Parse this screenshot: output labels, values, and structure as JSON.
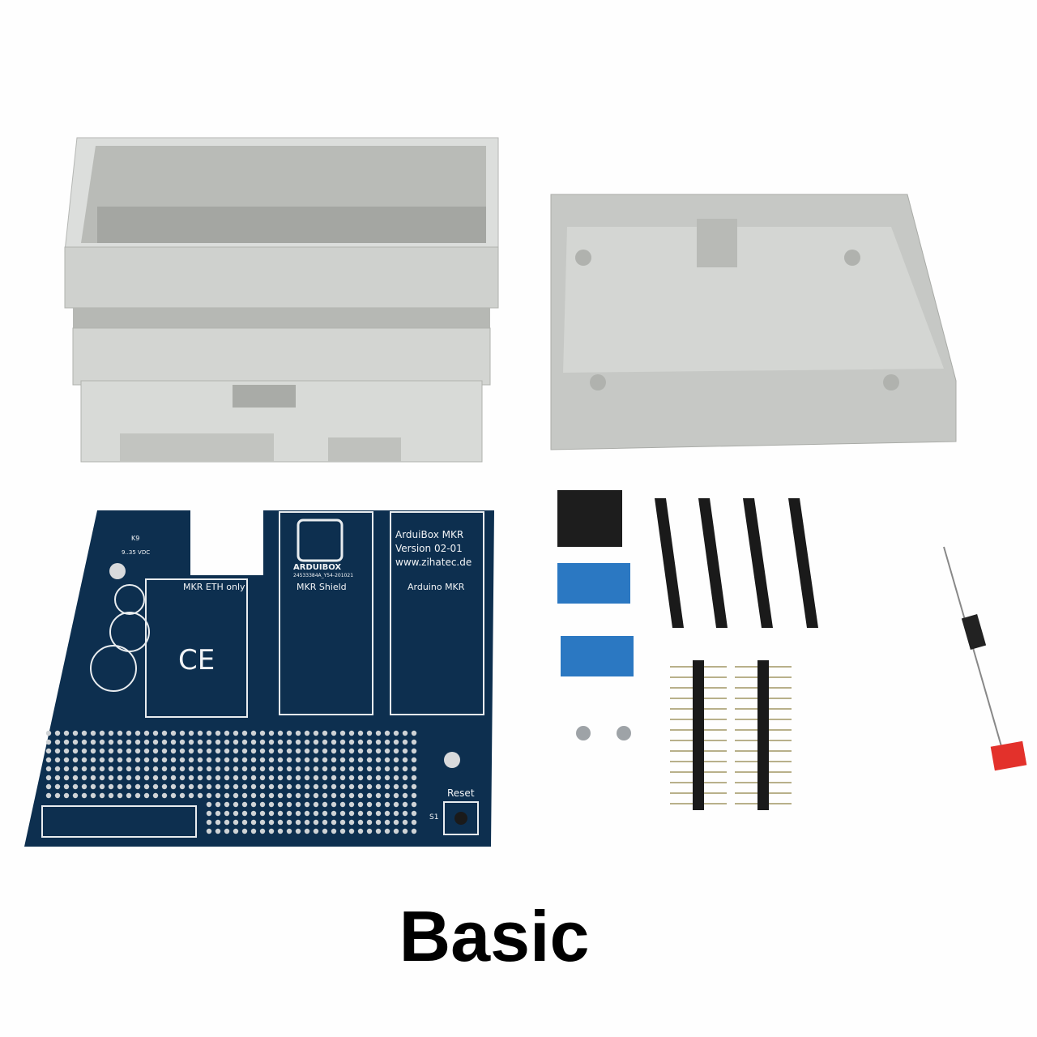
{
  "caption": "Basic",
  "pcb": {
    "title": "ArduiBox MKR",
    "version": "Version 02-01",
    "url": "www.zihatec.de",
    "logo_text": "ARDUIBOX",
    "serial": "24533384A_Y54-201021",
    "section_eth": "MKR ETH only",
    "section_shield": "MKR Shield",
    "section_arduino": "Arduino MKR",
    "reset_label": "Reset",
    "switch_label": "S1",
    "connector_label": "K9",
    "voltage_label": "9..35 VDC",
    "ce_mark": "CE"
  },
  "colors": {
    "pcb": "#0d2f4f",
    "enclosure": "#c9cbc8",
    "terminal_blue": "#2b78c2",
    "terminal_black": "#1d1d1d"
  }
}
